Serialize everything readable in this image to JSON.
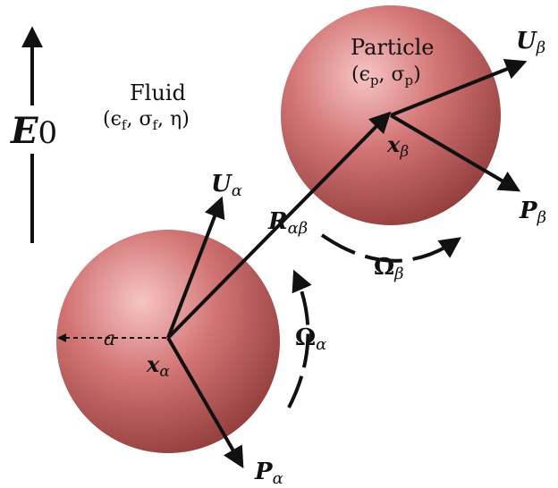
{
  "labels": {
    "fluid_title": "Fluid",
    "fluid_params": "(ϵ_f, σ_f, η)",
    "particle_title": "Particle",
    "particle_params": "(ϵ_p, σ_p)",
    "field": "E",
    "field_sub": "0",
    "radius": "a",
    "x_alpha": "x",
    "x_alpha_sub": "α",
    "x_beta": "x",
    "x_beta_sub": "β",
    "U_alpha": "U",
    "U_alpha_sub": "α",
    "U_beta": "U",
    "U_beta_sub": "β",
    "P_alpha": "P",
    "P_alpha_sub": "α",
    "P_beta": "P",
    "P_beta_sub": "β",
    "R": "R",
    "R_sub": "αβ",
    "Omega_alpha": "Ω",
    "Omega_alpha_sub": "α",
    "Omega_beta": "Ω",
    "Omega_beta_sub": "β"
  },
  "colors": {
    "sphere_light": "#f2b3b3",
    "sphere_mid": "#c96262",
    "sphere_dark": "#8a3434",
    "ink": "#111111"
  }
}
